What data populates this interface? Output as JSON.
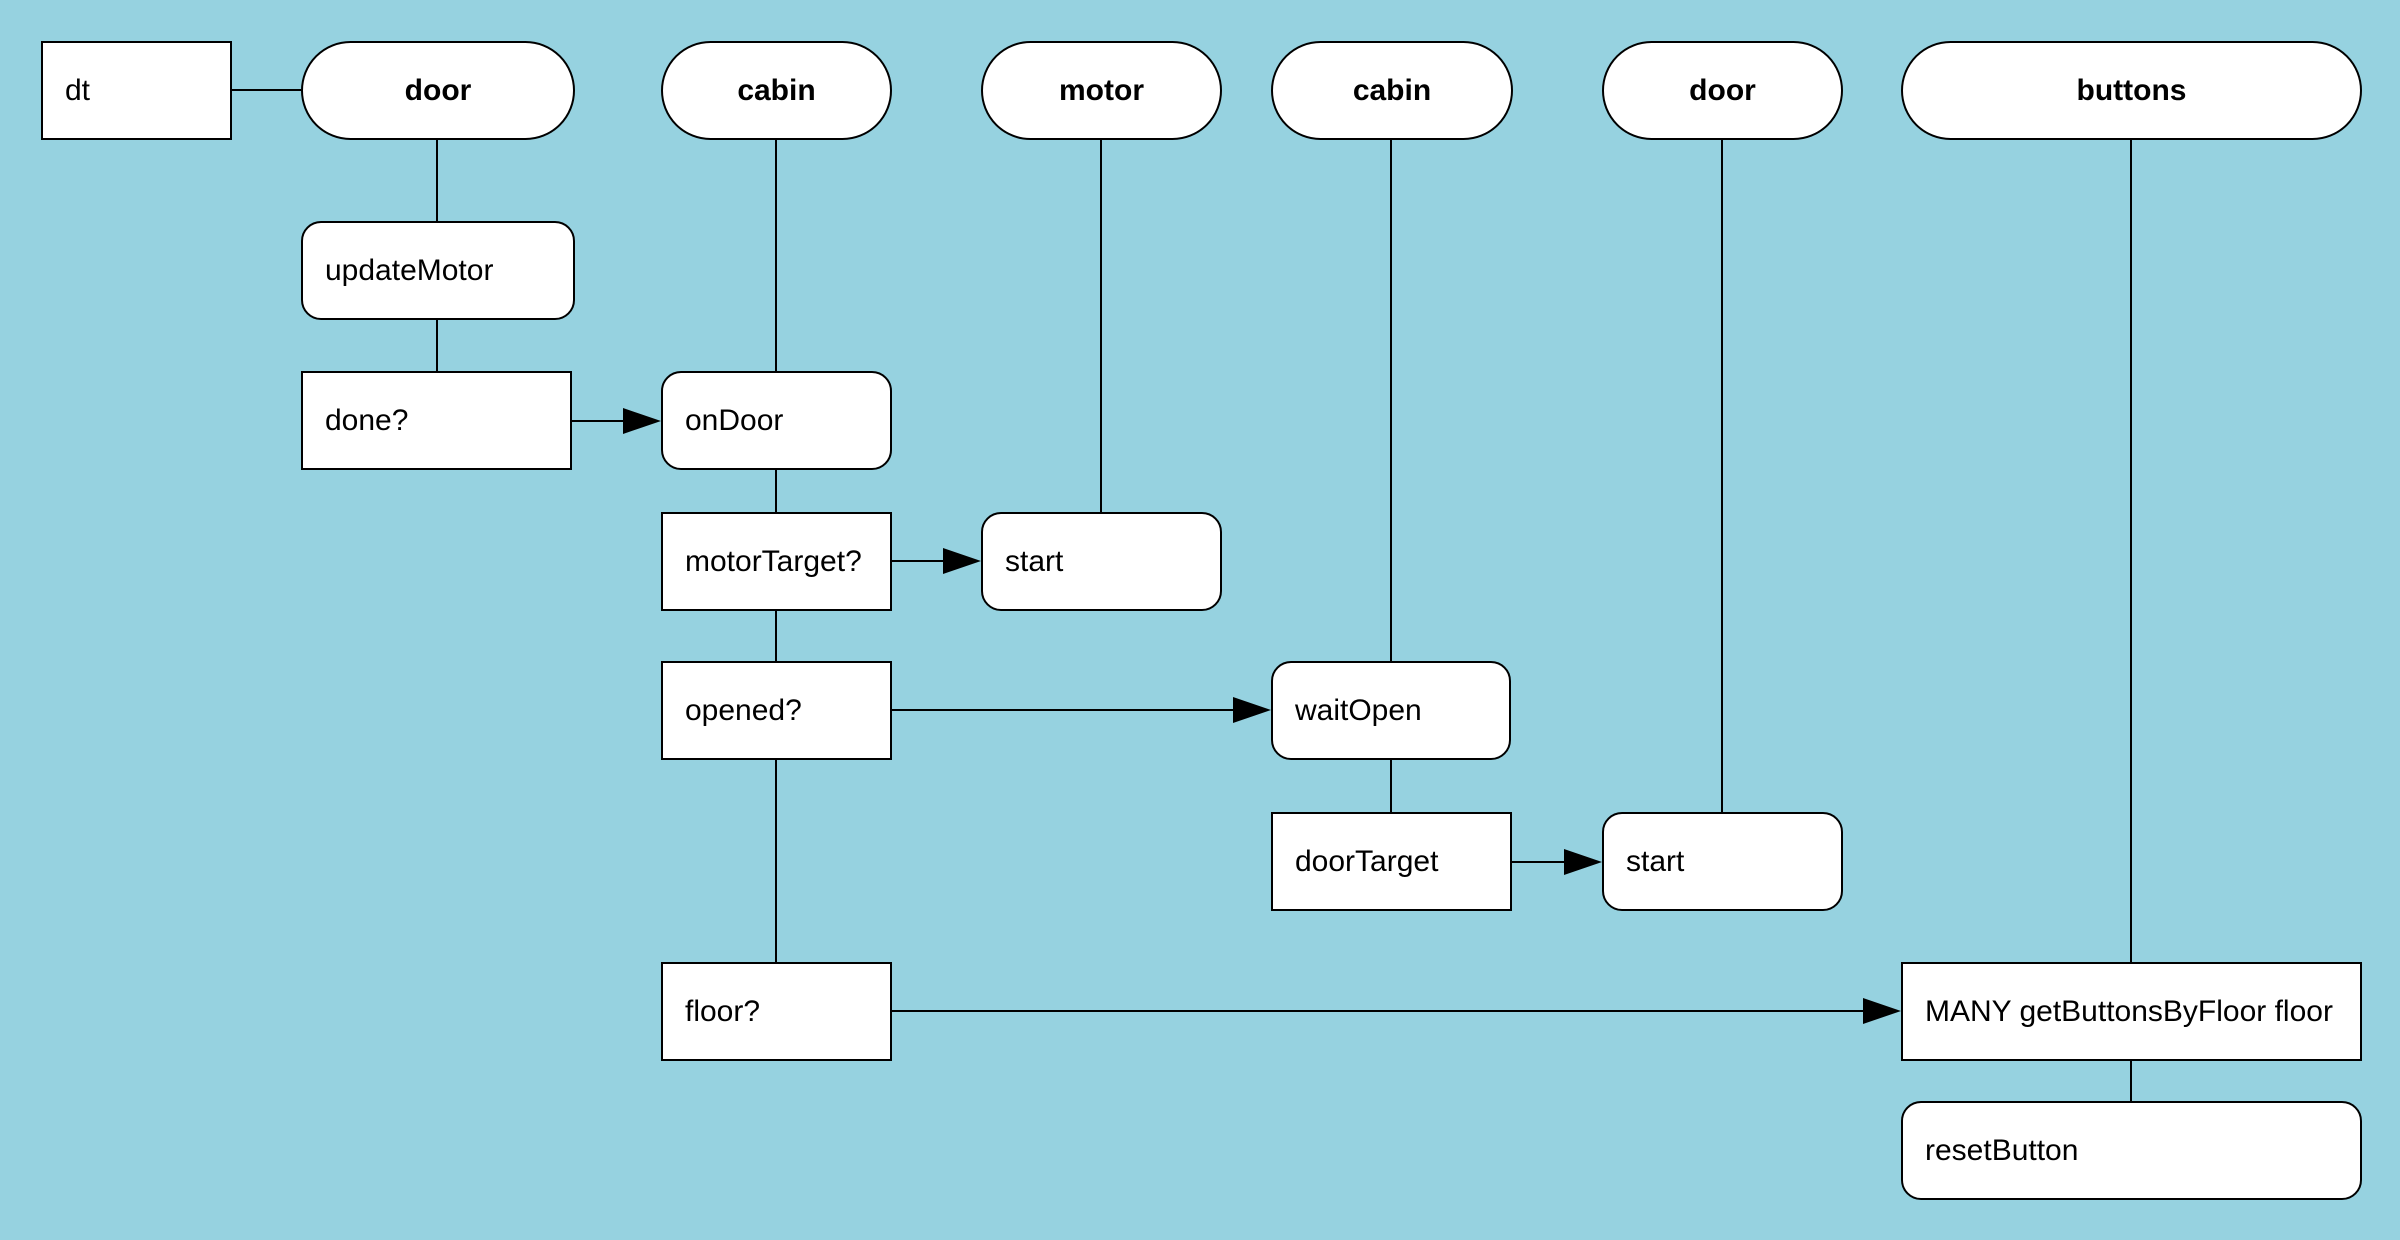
{
  "diagram": {
    "background_color": "#96d2e0",
    "node_fill_color": "#ffffff",
    "stroke_color": "#000000"
  },
  "nodes": {
    "dt": {
      "label": "dt",
      "kind": "input"
    },
    "door1": {
      "label": "door",
      "kind": "lane-header"
    },
    "cabin1": {
      "label": "cabin",
      "kind": "lane-header"
    },
    "motor": {
      "label": "motor",
      "kind": "lane-header"
    },
    "cabin2": {
      "label": "cabin",
      "kind": "lane-header"
    },
    "door2": {
      "label": "door",
      "kind": "lane-header"
    },
    "buttons": {
      "label": "buttons",
      "kind": "lane-header"
    },
    "updateMotor": {
      "label": "updateMotor",
      "kind": "state"
    },
    "done": {
      "label": "done?",
      "kind": "condition"
    },
    "onDoor": {
      "label": "onDoor",
      "kind": "state"
    },
    "motorTarget": {
      "label": "motorTarget?",
      "kind": "condition"
    },
    "start1": {
      "label": "start",
      "kind": "state"
    },
    "opened": {
      "label": "opened?",
      "kind": "condition"
    },
    "waitOpen": {
      "label": "waitOpen",
      "kind": "state"
    },
    "doorTarget": {
      "label": "doorTarget",
      "kind": "condition"
    },
    "start2": {
      "label": "start",
      "kind": "state"
    },
    "floor": {
      "label": "floor?",
      "kind": "condition"
    },
    "many": {
      "label": "MANY getButtonsByFloor floor",
      "kind": "condition"
    },
    "resetButton": {
      "label": "resetButton",
      "kind": "state"
    }
  },
  "edges": [
    {
      "from": "dt",
      "to": "door1",
      "arrow": false
    },
    {
      "from": "door1",
      "to": "updateMotor",
      "arrow": false
    },
    {
      "from": "updateMotor",
      "to": "done",
      "arrow": false
    },
    {
      "from": "done",
      "to": "onDoor",
      "arrow": true
    },
    {
      "from": "cabin1",
      "to": "onDoor",
      "arrow": false
    },
    {
      "from": "onDoor",
      "to": "motorTarget",
      "arrow": false
    },
    {
      "from": "motorTarget",
      "to": "start1",
      "arrow": true
    },
    {
      "from": "motor",
      "to": "start1",
      "arrow": false
    },
    {
      "from": "motorTarget",
      "to": "opened",
      "arrow": false
    },
    {
      "from": "opened",
      "to": "waitOpen",
      "arrow": true
    },
    {
      "from": "cabin2",
      "to": "waitOpen",
      "arrow": false
    },
    {
      "from": "waitOpen",
      "to": "doorTarget",
      "arrow": false
    },
    {
      "from": "doorTarget",
      "to": "start2",
      "arrow": true
    },
    {
      "from": "door2",
      "to": "start2",
      "arrow": false
    },
    {
      "from": "opened",
      "to": "floor",
      "arrow": false
    },
    {
      "from": "floor",
      "to": "many",
      "arrow": true
    },
    {
      "from": "buttons",
      "to": "many",
      "arrow": false
    },
    {
      "from": "many",
      "to": "resetButton",
      "arrow": false
    }
  ]
}
